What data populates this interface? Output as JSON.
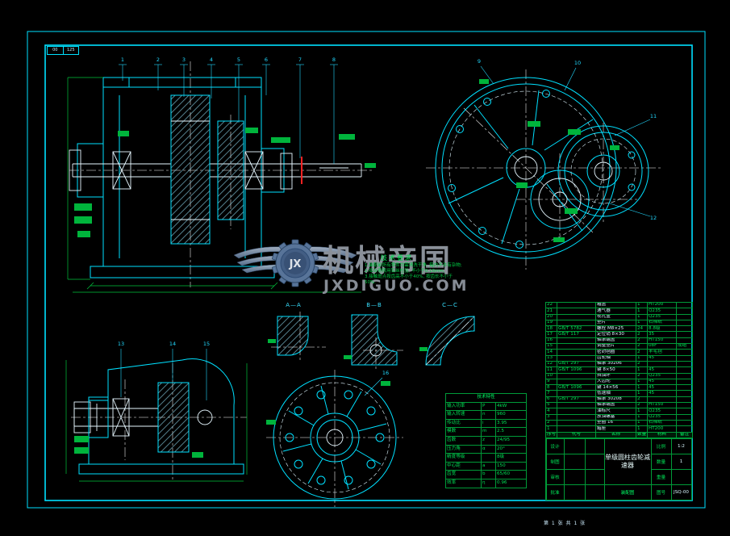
{
  "meta": {
    "background": "#000000",
    "frame_color": "#00e0ff",
    "geometry_color": "#e6f7ff",
    "dimension_color": "#00c33c",
    "table_line_color": "#009a38",
    "highlight_red": "#ff2222",
    "watermark_gray": "#8e949e",
    "watermark_blue": "#5d7ba2"
  },
  "corner": {
    "a": "00",
    "b": "125"
  },
  "watermark": {
    "brand": "机械帝国",
    "site": "JXDIGUO.COM",
    "monogram": "JX"
  },
  "tech": {
    "title": "技术要求",
    "lines": [
      {
        "t": "1.装配前所有零件均需清洗干净, 箱内不许有杂物;"
      },
      {
        "t": "2.啮合侧隙用铅丝检验, 不小于0.16mm;"
      },
      {
        "t": "3.接触斑点按齿高不小于40%, 按齿长不小于50%."
      }
    ]
  },
  "callouts": {
    "front": [
      "1",
      "2",
      "3",
      "4",
      "5",
      "6",
      "7",
      "8"
    ],
    "top": [
      "9",
      "10",
      "11",
      "12"
    ],
    "side": [
      "13",
      "14",
      "15"
    ],
    "flange": [
      "16"
    ]
  },
  "view_labels": {
    "d1": "A—A",
    "d2": "B—B",
    "d3": "C—C"
  },
  "spec_table": {
    "title": "技术特性",
    "rows": [
      {
        "n": "输入功率",
        "s": "P",
        "v": "4kW"
      },
      {
        "n": "输入转速",
        "s": "n",
        "v": "960"
      },
      {
        "n": "传动比",
        "s": "i",
        "v": "3.95"
      },
      {
        "n": "模数",
        "s": "m",
        "v": "2.5"
      },
      {
        "n": "齿数",
        "s": "z",
        "v": "24/95"
      },
      {
        "n": "压力角",
        "s": "α",
        "v": "20°"
      },
      {
        "n": "精度等级",
        "s": "",
        "v": "8级"
      },
      {
        "n": "中心距",
        "s": "a",
        "v": "150"
      },
      {
        "n": "齿宽",
        "s": "b",
        "v": "65/60"
      },
      {
        "n": "效率",
        "s": "η",
        "v": "0.96"
      }
    ]
  },
  "parts": {
    "headers": [
      "序号",
      "代号",
      "名称",
      "数量",
      "材料",
      "备注"
    ],
    "rows": [
      {
        "no": "22",
        "code": "",
        "name": "箱盖",
        "qty": "1",
        "mat": "HT200",
        "note": ""
      },
      {
        "no": "21",
        "code": "",
        "name": "通气器",
        "qty": "1",
        "mat": "Q235",
        "note": ""
      },
      {
        "no": "20",
        "code": "",
        "name": "视孔盖",
        "qty": "1",
        "mat": "Q235",
        "note": ""
      },
      {
        "no": "19",
        "code": "",
        "name": "垫片",
        "qty": "1",
        "mat": "石棉纸",
        "note": ""
      },
      {
        "no": "18",
        "code": "GB/T 5782",
        "name": "螺栓 M8×25",
        "qty": "24",
        "mat": "8.8级",
        "note": ""
      },
      {
        "no": "17",
        "code": "GB/T 117",
        "name": "定位销 8×30",
        "qty": "2",
        "mat": "35",
        "note": ""
      },
      {
        "no": "16",
        "code": "",
        "name": "轴承端盖",
        "qty": "2",
        "mat": "HT150",
        "note": ""
      },
      {
        "no": "15",
        "code": "",
        "name": "调整垫片",
        "qty": "2",
        "mat": "08F",
        "note": "成组"
      },
      {
        "no": "14",
        "code": "",
        "name": "密封毡圈",
        "qty": "2",
        "mat": "羊毛毡",
        "note": ""
      },
      {
        "no": "13",
        "code": "",
        "name": "齿轮轴",
        "qty": "1",
        "mat": "45",
        "note": ""
      },
      {
        "no": "12",
        "code": "GB/T 297",
        "name": "轴承 30206",
        "qty": "2",
        "mat": "",
        "note": ""
      },
      {
        "no": "11",
        "code": "GB/T 1096",
        "name": "键 8×50",
        "qty": "1",
        "mat": "45",
        "note": ""
      },
      {
        "no": "10",
        "code": "",
        "name": "挡油环",
        "qty": "2",
        "mat": "Q235",
        "note": ""
      },
      {
        "no": "9",
        "code": "",
        "name": "大齿轮",
        "qty": "1",
        "mat": "45",
        "note": ""
      },
      {
        "no": "8",
        "code": "GB/T 1096",
        "name": "键 14×56",
        "qty": "1",
        "mat": "45",
        "note": ""
      },
      {
        "no": "7",
        "code": "",
        "name": "低速轴",
        "qty": "1",
        "mat": "45",
        "note": ""
      },
      {
        "no": "6",
        "code": "GB/T 297",
        "name": "轴承 30208",
        "qty": "2",
        "mat": "",
        "note": ""
      },
      {
        "no": "5",
        "code": "",
        "name": "轴承端盖",
        "qty": "2",
        "mat": "HT150",
        "note": ""
      },
      {
        "no": "4",
        "code": "",
        "name": "油标尺",
        "qty": "1",
        "mat": "Q235",
        "note": ""
      },
      {
        "no": "3",
        "code": "",
        "name": "放油螺塞",
        "qty": "1",
        "mat": "Q235",
        "note": ""
      },
      {
        "no": "2",
        "code": "",
        "name": "垫圈 16",
        "qty": "1",
        "mat": "石棉纸",
        "note": ""
      },
      {
        "no": "1",
        "code": "",
        "name": "箱座",
        "qty": "1",
        "mat": "HT200",
        "note": ""
      }
    ]
  },
  "title_block": {
    "rows": [
      {
        "k": "设计",
        "v": ""
      },
      {
        "k": "制图",
        "v": ""
      },
      {
        "k": "审核",
        "v": ""
      },
      {
        "k": "批准",
        "v": ""
      }
    ],
    "title": "单级圆柱齿轮减速器",
    "subtitle": "装配图",
    "scale_label": "比例",
    "scale": "1:2",
    "qty_label": "数量",
    "qty": "1",
    "wt_label": "重量",
    "wt": "",
    "no_label": "图号",
    "no": "JSQ-00"
  },
  "footer": {
    "label": "第 1 张 共 1 张"
  }
}
